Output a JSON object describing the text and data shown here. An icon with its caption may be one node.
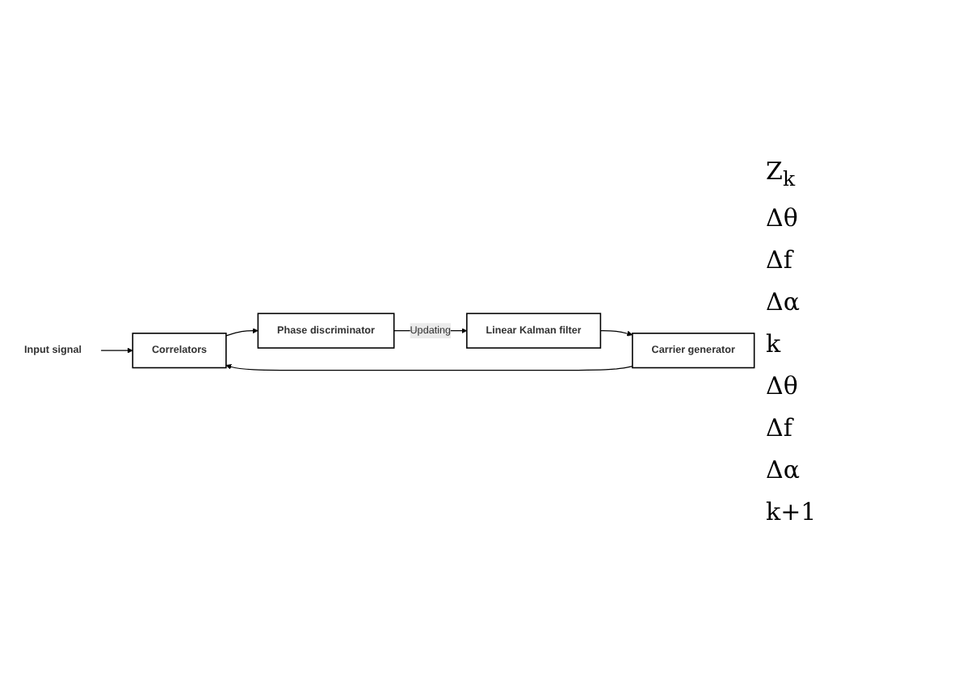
{
  "diagram": {
    "nodes": [
      {
        "text": [
          "Input signal"
        ]
      },
      {
        "text": [
          "Correlators"
        ]
      },
      {
        "text": [
          "Phase discriminator"
        ]
      },
      {
        "text": [
          "Linear Kalman filter"
        ]
      },
      {
        "text": [
          "Carrier generator"
        ]
      }
    ],
    "edges": [
      {
        "from": 0,
        "to": 1,
        "arrow": "to"
      },
      {
        "from": 1,
        "to": 2,
        "arrow": "to"
      },
      {
        "from": 2,
        "to": 3,
        "arrow": "to",
        "label": "Updating"
      },
      {
        "from": 3,
        "to": 4,
        "arrow": "to"
      },
      {
        "from": 4,
        "to": 1,
        "arrow": "to"
      }
    ],
    "labels": [
      "Z$_{k}$",
      "Δθ",
      "Δf",
      "Δα",
      "k",
      "Δθ",
      "Δf",
      "Δα",
      "k+1"
    ]
  }
}
